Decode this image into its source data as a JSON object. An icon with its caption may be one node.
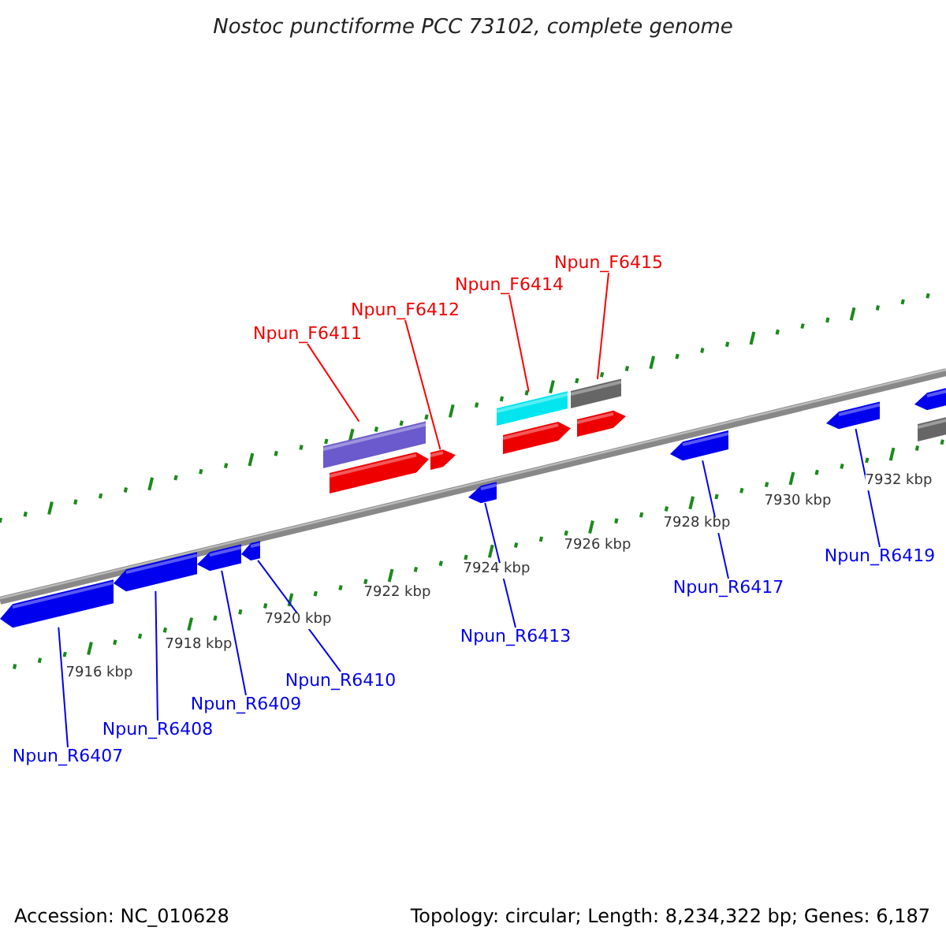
{
  "diagram": {
    "title": "Nostoc punctiforme PCC 73102, complete genome",
    "nodes": [
      {
        "text": [
          "Npun_F6411"
        ]
      },
      {
        "text": [
          "Npun_F6412"
        ]
      },
      {
        "text": [
          "Npun_F6414"
        ]
      },
      {
        "text": [
          "Npun_F6415"
        ]
      },
      {
        "text": [
          "Npun_R6407"
        ]
      },
      {
        "text": [
          "Npun_R6408"
        ]
      },
      {
        "text": [
          "Npun_R6409"
        ]
      },
      {
        "text": [
          "Npun_R6410"
        ]
      },
      {
        "text": [
          "Npun_R6413"
        ]
      },
      {
        "text": [
          "Npun_R6417"
        ]
      },
      {
        "text": [
          "Npun_R6419"
        ]
      },
      {
        "text": [],
        "shape": "arrow"
      },
      {
        "text": [],
        "shape": "arrow"
      },
      {
        "text": [],
        "shape": "arrow"
      },
      {
        "text": [],
        "shape": "arrow"
      },
      {
        "text": [],
        "shape": "bar"
      },
      {
        "text": [],
        "shape": "arrow"
      },
      {
        "text": [],
        "shape": "arrow"
      },
      {
        "text": [],
        "shape": "arrow"
      },
      {
        "text": [],
        "shape": "bar"
      },
      {
        "text": [],
        "shape": "arrow"
      },
      {
        "text": [],
        "shape": "bar"
      },
      {
        "text": [],
        "shape": "arrow"
      },
      {
        "text": [],
        "shape": "arrow"
      },
      {
        "text": [],
        "shape": "arrow"
      },
      {
        "text": [],
        "shape": "arrow"
      },
      {
        "text": [],
        "shape": "bar"
      }
    ],
    "edges": [
      {
        "from": 0,
        "to": 15,
        "arrow": "none",
        "color": "#ff0000"
      },
      {
        "from": 1,
        "to": 17,
        "arrow": "none",
        "color": "#ff0000"
      },
      {
        "from": 2,
        "to": 19,
        "arrow": "none",
        "color": "#ff0000"
      },
      {
        "from": 3,
        "to": 21,
        "arrow": "none",
        "color": "#ff0000"
      },
      {
        "from": 4,
        "to": 11,
        "arrow": "none"
      },
      {
        "from": 5,
        "to": 12,
        "arrow": "none"
      },
      {
        "from": 6,
        "to": 13,
        "arrow": "none"
      },
      {
        "from": 7,
        "to": 14,
        "arrow": "none"
      },
      {
        "from": 8,
        "to": 18,
        "arrow": "none"
      },
      {
        "from": 9,
        "to": 23,
        "arrow": "none"
      },
      {
        "from": 10,
        "to": 24,
        "arrow": "none"
      }
    ],
    "labels": [
      "7932 kbp",
      "7930 kbp",
      "7928 kbp",
      "7926 kbp",
      "7924 kbp",
      "7922 kbp",
      "7920 kbp",
      "7918 kbp",
      "7916 kbp",
      "Accession: NC_010628",
      "Topology: circular; Length: 8,234,322 bp; Genes: 6,187"
    ]
  }
}
